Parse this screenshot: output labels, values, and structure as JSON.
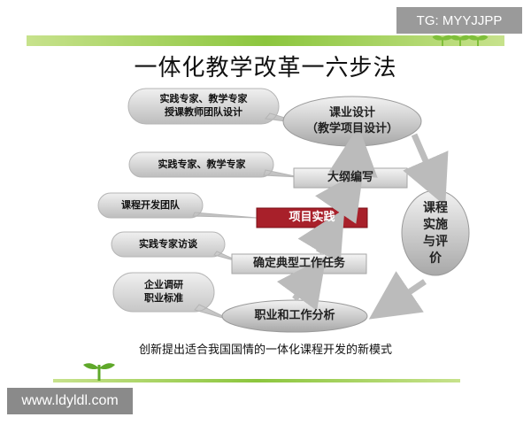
{
  "watermarks": {
    "top_right": "TG: MYYJJPP",
    "bottom_left": "www.ldyldl.com"
  },
  "title": "一体化教学改革一六步法",
  "caption": "创新提出适合我国国情的一体化课程开发的新模式",
  "bubbles": [
    "实践专家、教学专家\n授课教师团队设计",
    "实践专家、教学专家",
    "课程开发团队",
    "实践专家访谈",
    "企业调研\n职业标准"
  ],
  "steps": {
    "top_ellipse": "课业设计\n（教学项目设计）",
    "outline": "大纲编写",
    "project": "项目实践",
    "tasks": "确定典型工作任务",
    "bottom_ellipse": "职业和工作分析",
    "side_circle": "课程\n实施\n与评\n价"
  },
  "colors": {
    "green_bar": "#8cc63e",
    "red_box": "#a8202a",
    "gray_box": "#cfcfcf",
    "bubble": "#c9c9c9"
  }
}
